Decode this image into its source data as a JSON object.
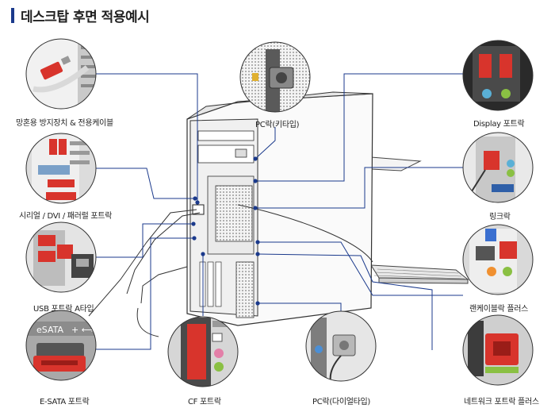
{
  "title": "데스크탑 후면 적용예시",
  "labels": {
    "privacy_cable": "망혼용 방지장치 & 전용케이블",
    "serial_dvi": "시리얼 / DVI / 패러럴 포트락",
    "usb_a": "USB 포트락 A타입",
    "esata": "E-SATA 포트락",
    "cf": "CF 포트락",
    "pc_dial": "PC락(다이얼타입)",
    "pc_key": "PC락(키타입)",
    "display": "Display 포트락",
    "link": "링크락",
    "lan_plus": "랜케이블락 플러스",
    "network_plus": "네트워크 포트락 플러스"
  },
  "esata_text": "eSATA",
  "colors": {
    "accent": "#1b3a8c",
    "lock_red": "#d8342c",
    "leader": "#1b3a8c"
  }
}
